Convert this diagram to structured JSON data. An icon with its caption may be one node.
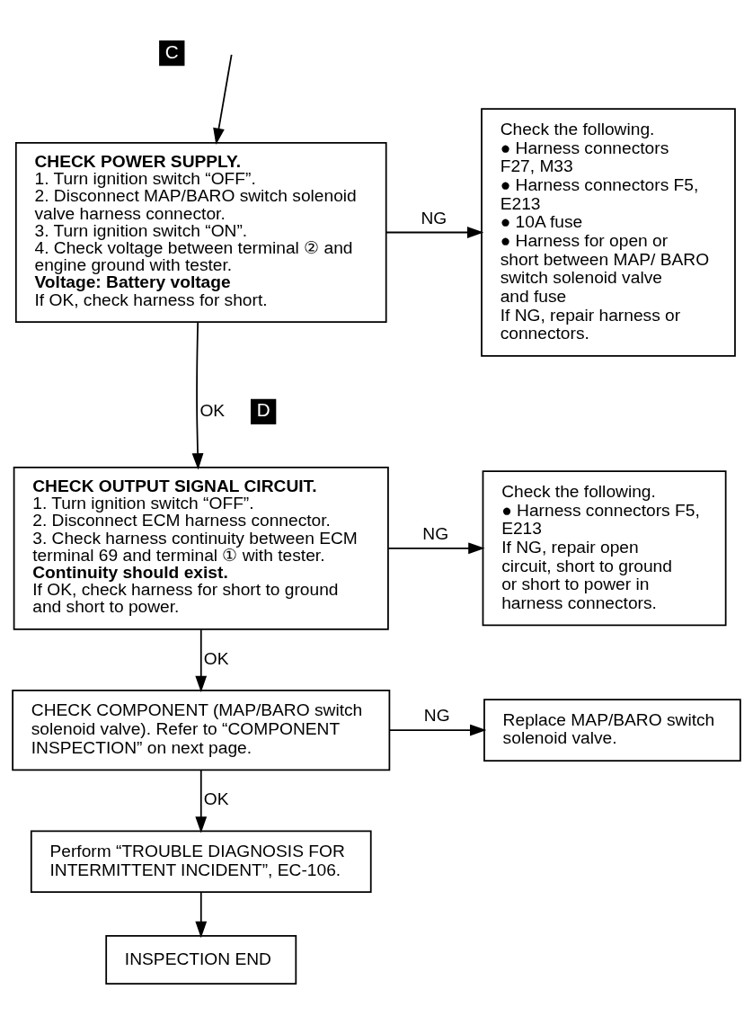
{
  "diagram": {
    "nodes": [
      {
        "text": [
          "CHECK POWER SUPPLY.",
          "1. Turn ignition switch “OFF”.",
          "2. Disconnect MAP/BARO switch solenoid valve harness connector.",
          "3. Turn ignition switch “ON”.",
          "4. Check voltage between terminal ② and engine ground with tester.",
          "Voltage: Battery voltage",
          "If OK, check harness for short."
        ]
      },
      {
        "text": [
          "Check the following.",
          "● Harness connectors F27, M33",
          "● Harness connectors F5, E213",
          "● 10A fuse",
          "● Harness for open or short between MAP/ BARO switch solenoid valve and fuse",
          "If NG, repair harness or connectors."
        ]
      },
      {
        "text": [
          "CHECK OUTPUT SIGNAL CIRCUIT.",
          "1. Turn ignition switch “OFF”.",
          "2. Disconnect ECM harness connector.",
          "3. Check harness continuity between ECM terminal 69 and terminal ① with tester.",
          "Continuity should exist.",
          "If OK, check harness for short to ground and short to power."
        ]
      },
      {
        "text": [
          "Check the following.",
          "● Harness connectors F5, E213",
          "If NG, repair open circuit, short to ground or short to power in harness connectors."
        ]
      },
      {
        "text": [
          "CHECK COMPONENT (MAP/BARO switch solenoid valve). Refer to “COMPONENT INSPECTION” on next page."
        ]
      },
      {
        "text": [
          "Replace MAP/BARO switch solenoid valve."
        ]
      },
      {
        "text": [
          "Perform “TROUBLE DIAGNOSIS FOR INTERMITTENT INCIDENT”, EC-106."
        ]
      },
      {
        "text": [
          "INSPECTION END"
        ]
      }
    ],
    "edges": [
      {
        "from": null,
        "to": 0,
        "arrow": "to"
      },
      {
        "from": 0,
        "to": 1,
        "arrow": "to",
        "label": "NG"
      },
      {
        "from": 0,
        "to": 2,
        "arrow": "to",
        "label": "OK"
      },
      {
        "from": 2,
        "to": 3,
        "arrow": "to",
        "label": "NG"
      },
      {
        "from": 2,
        "to": 4,
        "arrow": "to",
        "label": "OK"
      },
      {
        "from": 4,
        "to": 5,
        "arrow": "to",
        "label": "NG"
      },
      {
        "from": 4,
        "to": 6,
        "arrow": "to",
        "label": "OK"
      },
      {
        "from": 6,
        "to": 7,
        "arrow": "to"
      }
    ],
    "labels": [
      "C",
      "D"
    ]
  }
}
